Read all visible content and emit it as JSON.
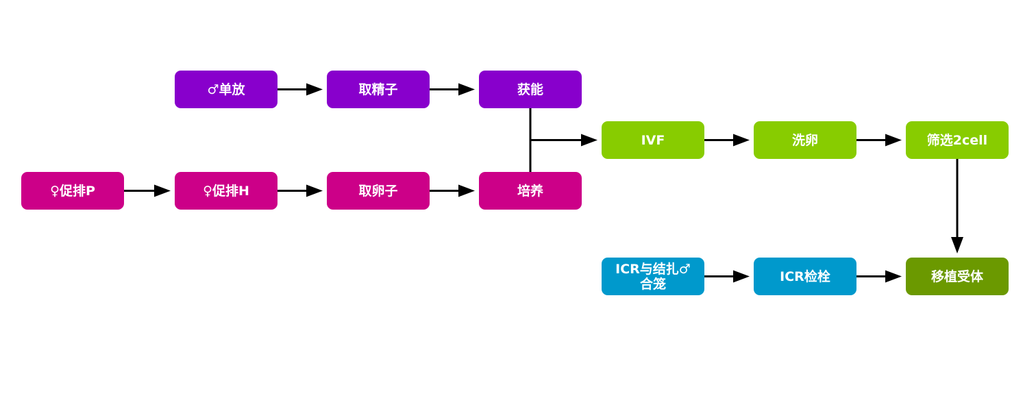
{
  "diagram": {
    "type": "flowchart",
    "colors": {
      "male": "#8800cc",
      "female": "#cc0088",
      "embryo": "#88cc00",
      "recipient_prep": "#0099cc",
      "transfer": "#6b9900",
      "edge": "#000000",
      "text": "#ffffff"
    },
    "nodes": [
      {
        "id": "male-single",
        "label": "♂单放",
        "group": "male"
      },
      {
        "id": "collect-sperm",
        "label": "取精子",
        "group": "male"
      },
      {
        "id": "capacitation",
        "label": "获能",
        "group": "male"
      },
      {
        "id": "superovulation-p",
        "label": "♀促排P",
        "group": "female"
      },
      {
        "id": "superovulation-h",
        "label": "♀促排H",
        "group": "female"
      },
      {
        "id": "collect-eggs",
        "label": "取卵子",
        "group": "female"
      },
      {
        "id": "culture",
        "label": "培养",
        "group": "female"
      },
      {
        "id": "ivf",
        "label": "IVF",
        "group": "embryo"
      },
      {
        "id": "wash-eggs",
        "label": "洗卵",
        "group": "embryo"
      },
      {
        "id": "screen-2cell",
        "label": "筛选2cell",
        "group": "embryo"
      },
      {
        "id": "icr-mating",
        "label": "ICR与结扎♂合笼",
        "line1": "ICR与结扎♂",
        "line2": "合笼",
        "group": "recipient_prep"
      },
      {
        "id": "icr-plug-check",
        "label": "ICR检栓",
        "group": "recipient_prep"
      },
      {
        "id": "transfer-recipient",
        "label": "移植受体",
        "group": "transfer"
      }
    ],
    "edges": [
      {
        "from": "male-single",
        "to": "collect-sperm"
      },
      {
        "from": "collect-sperm",
        "to": "capacitation"
      },
      {
        "from": "superovulation-p",
        "to": "superovulation-h"
      },
      {
        "from": "superovulation-h",
        "to": "collect-eggs"
      },
      {
        "from": "collect-eggs",
        "to": "culture"
      },
      {
        "from": "capacitation",
        "to": "ivf",
        "merge": true
      },
      {
        "from": "culture",
        "to": "ivf",
        "merge": true
      },
      {
        "from": "ivf",
        "to": "wash-eggs"
      },
      {
        "from": "wash-eggs",
        "to": "screen-2cell"
      },
      {
        "from": "screen-2cell",
        "to": "transfer-recipient"
      },
      {
        "from": "icr-mating",
        "to": "icr-plug-check"
      },
      {
        "from": "icr-plug-check",
        "to": "transfer-recipient"
      }
    ]
  }
}
